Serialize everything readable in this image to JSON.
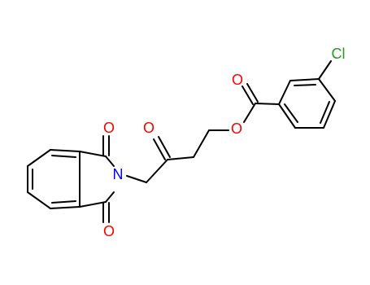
{
  "molecule": {
    "atom_labels": {
      "N": "N",
      "O_imide_top": "O",
      "O_imide_bottom": "O",
      "O_ketone": "O",
      "O_ester_carbonyl": "O",
      "O_ester_link": "O",
      "Cl": "Cl"
    },
    "colors": {
      "bond": "#000000",
      "nitrogen": "#0000ff",
      "oxygen": "#ff0000",
      "chlorine": "#1f9a1f"
    }
  }
}
